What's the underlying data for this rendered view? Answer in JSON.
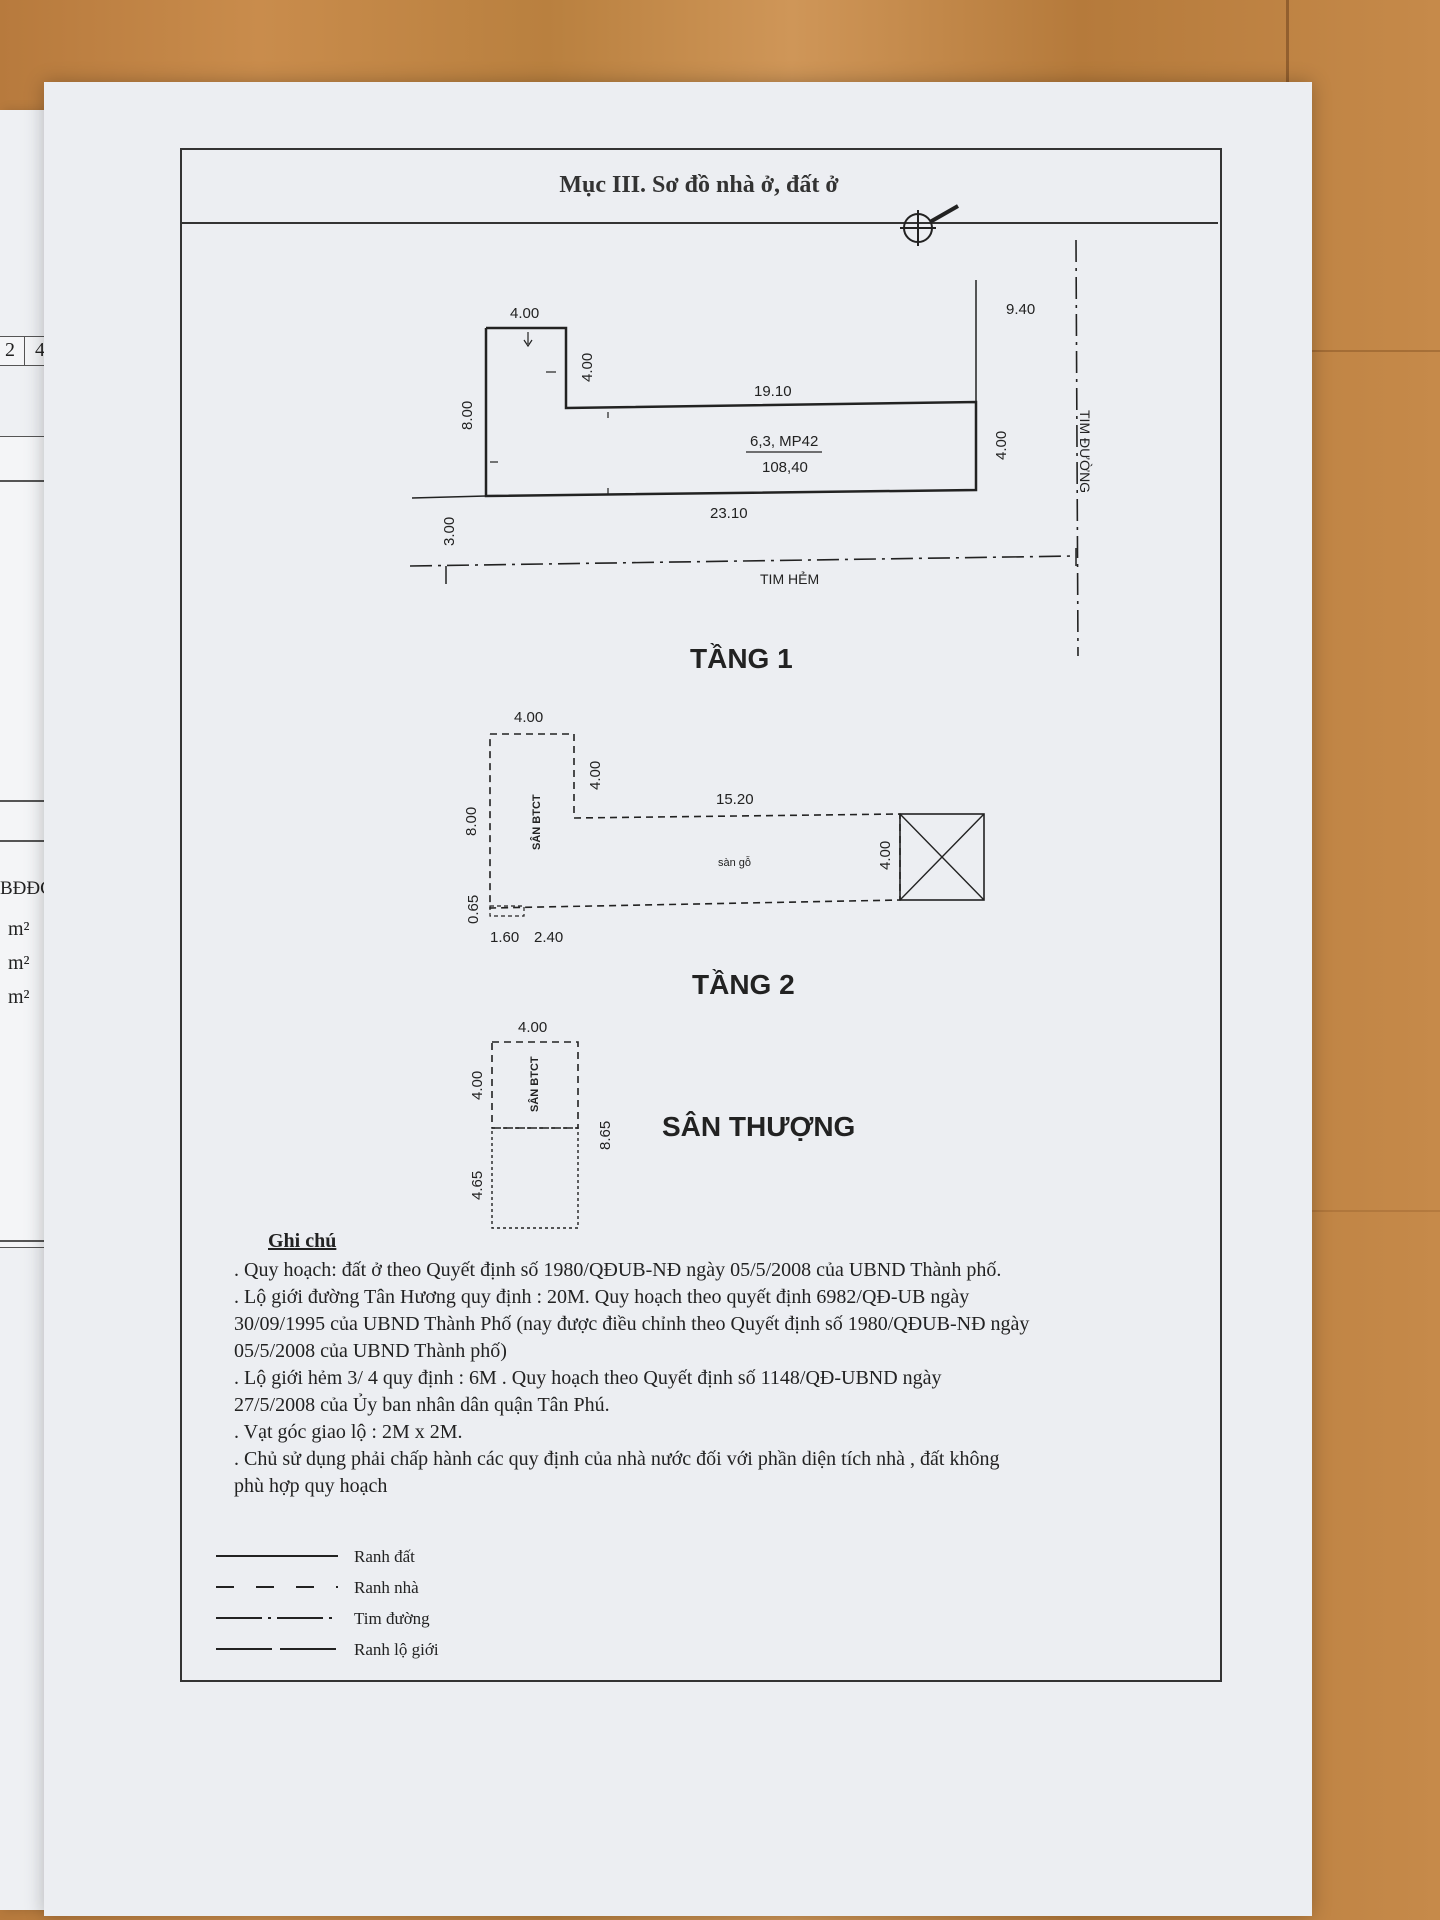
{
  "left_page": {
    "cells": [
      "2",
      "4"
    ],
    "label": "BĐĐC)",
    "units": [
      "m²",
      "m²",
      "m²"
    ]
  },
  "sheet": {
    "title": "Mục III. Sơ đồ nhà ở, đất ở"
  },
  "floor1": {
    "heading": "TẦNG 1",
    "dims": {
      "top_width": "4.00",
      "step_height": "4.00",
      "left_height": "8.00",
      "inner_length": "19.10",
      "right_height": "4.00",
      "bottom_length": "23.10",
      "setback_hem": "3.00",
      "setback_road": "9.40"
    },
    "lot_label": "6,3, MP42",
    "area_label": "108,40",
    "alley_center": "TIM HẺM",
    "road_center": "TIM ĐƯỜNG"
  },
  "floor2": {
    "heading": "TẦNG 2",
    "dims": {
      "top_width": "4.00",
      "step_height": "4.00",
      "left_height": "8.00",
      "inner_length": "15.20",
      "right_height": "4.00",
      "bottom_left": "1.60",
      "bottom_right": "2.40",
      "small_height": "0.65"
    },
    "slab_label": "SÂN BTCT",
    "wood_label": "sàn gỗ"
  },
  "roof": {
    "heading": "SÂN THƯỢNG",
    "dims": {
      "top_width": "4.00",
      "upper_height": "4.00",
      "lower_height": "4.65",
      "total_height": "8.65"
    },
    "slab_label": "SÂN BTCT"
  },
  "notes": {
    "title": "Ghi chú",
    "lines": [
      ". Quy hoạch: đất ở theo Quyết định số 1980/QĐUB-NĐ ngày 05/5/2008 của UBND Thành phố.",
      ". Lộ giới đường Tân Hương quy định : 20M. Quy hoạch theo quyết định 6982/QĐ-UB ngày",
      "30/09/1995 của UBND Thành Phố (nay được điều chỉnh theo Quyết định số 1980/QĐUB-NĐ ngày",
      "05/5/2008 của UBND Thành phố)",
      ". Lộ giới hẻm 3/ 4 quy định : 6M . Quy hoạch theo Quyết định số 1148/QĐ-UBND ngày",
      "27/5/2008 của Ủy ban nhân dân quận Tân Phú.",
      ". Vạt góc giao lộ : 2M x 2M.",
      ". Chủ sử dụng phải chấp hành các quy định của nhà nước đối với phần diện tích nhà , đất không",
      "phù hợp quy hoạch"
    ]
  },
  "legend": [
    {
      "label": "Ranh đất",
      "style": "solid"
    },
    {
      "label": "Ranh nhà",
      "style": "dashed"
    },
    {
      "label": "Tim đường",
      "style": "dashdot"
    },
    {
      "label": "Ranh lộ giới",
      "style": "longdash"
    }
  ],
  "colors": {
    "ink": "#222222",
    "paper": "#eceef2",
    "wood": "#c08545"
  }
}
